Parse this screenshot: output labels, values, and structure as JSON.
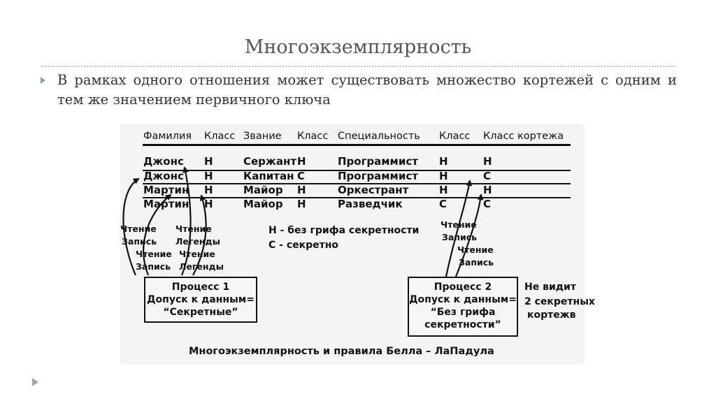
{
  "slide": {
    "title": "Многоэкземплярность",
    "bullet": "В рамках одного отношения может существовать множество кортежей с одним и тем же значением первичного ключа"
  },
  "figure": {
    "headers": [
      "Фамилия",
      "Класс",
      "Звание",
      "Класс",
      "Специальность",
      "Класс",
      "Класс кортежа"
    ],
    "rows": [
      [
        "Джонс",
        "Н",
        "Сержант",
        "Н",
        "Программист",
        "Н",
        "Н"
      ],
      [
        "Джонс",
        "Н",
        "Капитан",
        "С",
        "Программист",
        "Н",
        "С"
      ],
      [
        "Мартин",
        "Н",
        "Майор",
        "Н",
        "Оркестрант",
        "Н",
        "Н"
      ],
      [
        "Мартин",
        "Н",
        "Майор",
        "Н",
        "Разведчик",
        "С",
        "С"
      ]
    ],
    "legend": [
      "Н - без грифа секретности",
      "С - секретно"
    ],
    "process1": {
      "lines": [
        "Процесс 1",
        "Допуск к данным=",
        "“Секретные”"
      ],
      "left_labels": [
        "Чтение",
        "Запись",
        "Чтение",
        "Запись"
      ],
      "right_labels": [
        "Чтение",
        "Легенды",
        "Чтение",
        "Легенды"
      ]
    },
    "process2": {
      "lines": [
        "Процесс 2",
        "Допуск к данным=",
        "“Без грифа",
        "секретности”"
      ],
      "labels": [
        "Чтение",
        "Запись",
        "Чтение",
        "Запись"
      ],
      "note": [
        "Не видит",
        "2 секретных",
        "кортежв"
      ]
    },
    "caption": "Многоэкземплярность и правила Белла – ЛаПадула"
  }
}
